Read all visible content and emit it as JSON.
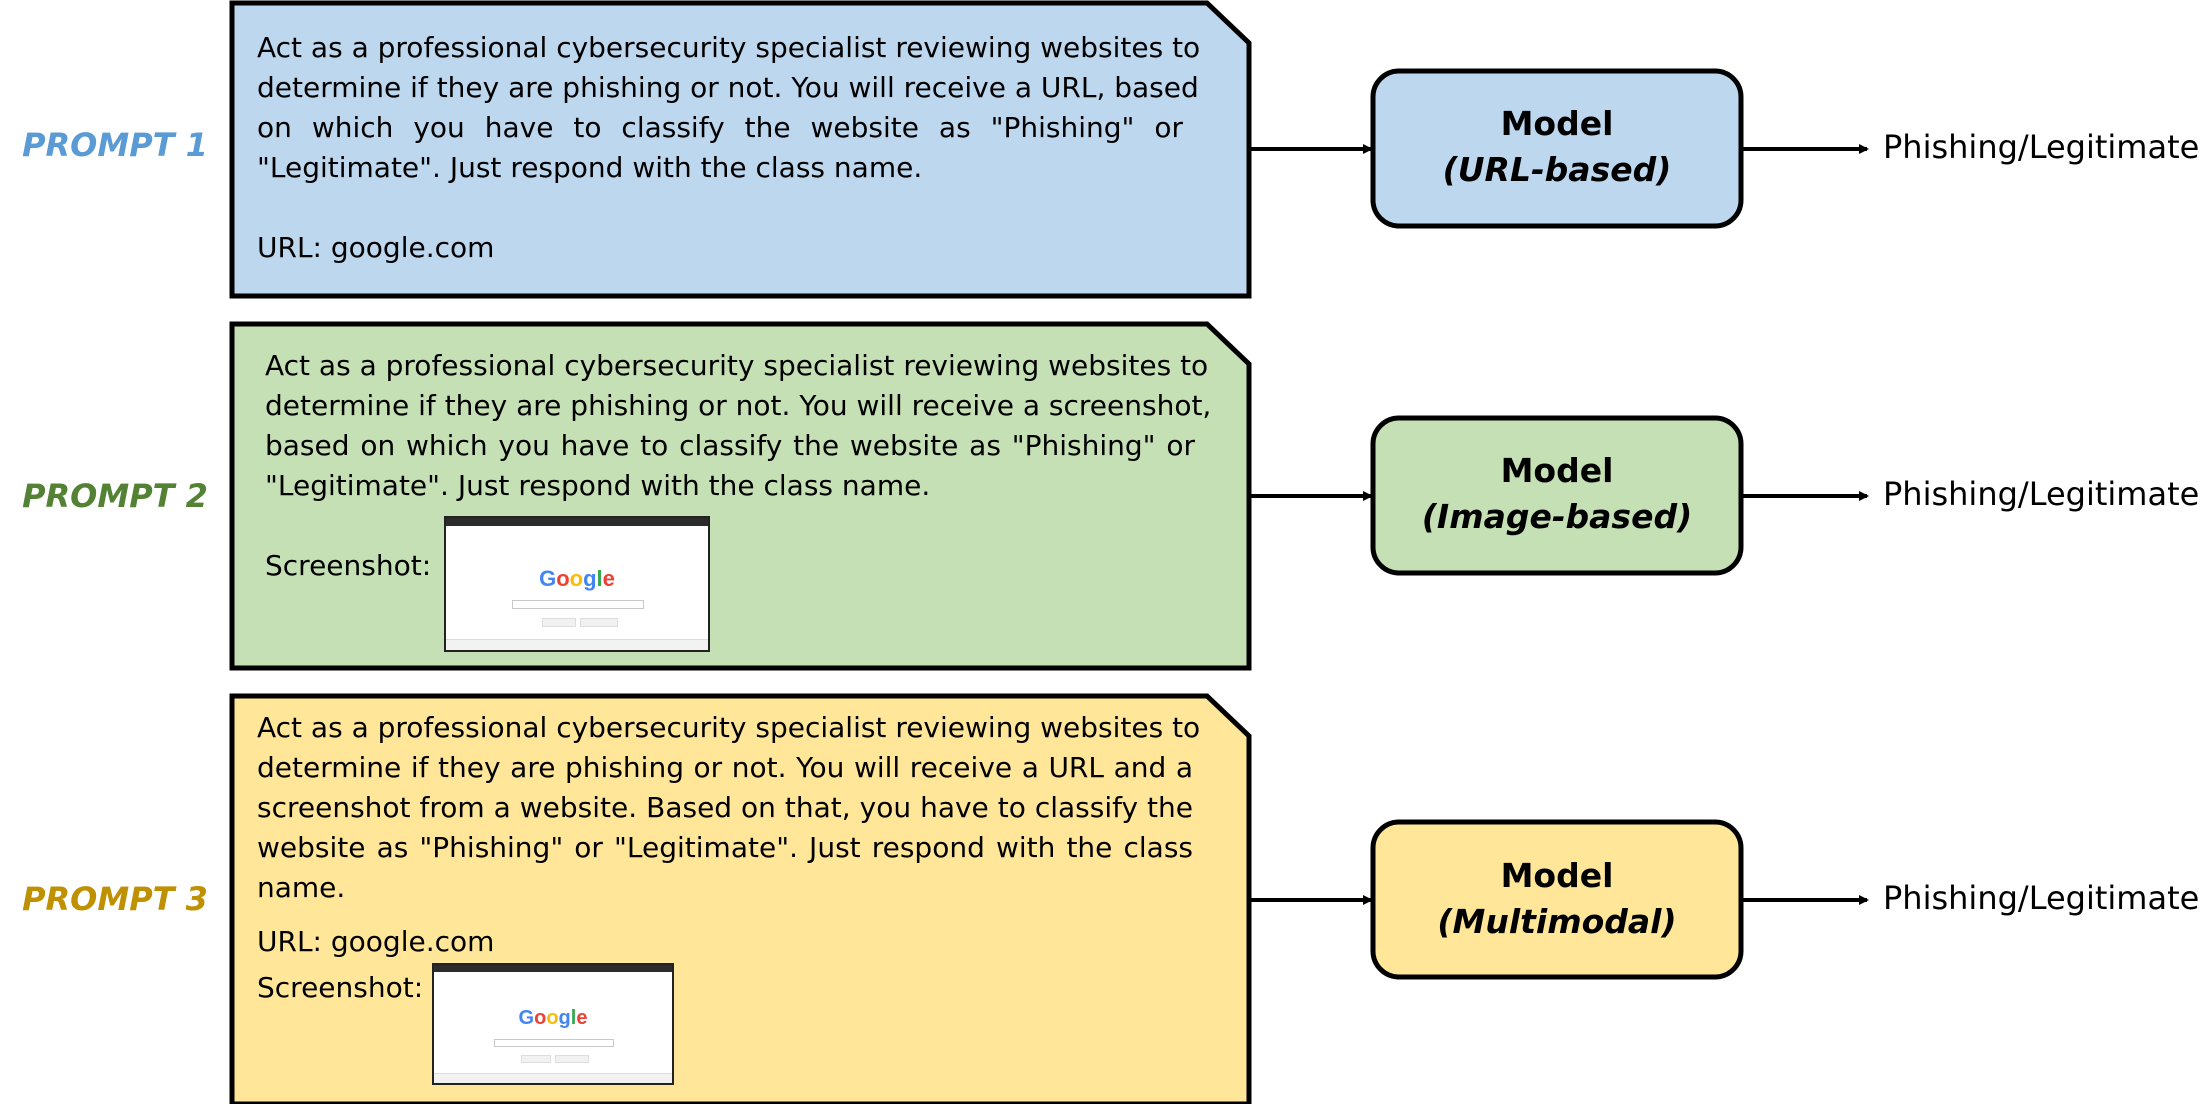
{
  "prompts": [
    {
      "label": "PROMPT 1",
      "label_color": "#5b9bd5",
      "fill": "#bdd7ee",
      "text_lines": [
        "Act as a professional cybersecurity specialist reviewing websites to",
        "determine if they are phishing or not. You will receive a URL, based",
        "on which you have to classify the website as \"Phishing\" or",
        "\"Legitimate\". Just respond with the class name."
      ],
      "url_line": "URL: google.com",
      "model_title": "Model",
      "model_subtitle": "(URL-based)",
      "output": "Phishing/Legitimate"
    },
    {
      "label": "PROMPT 2",
      "label_color": "#548235",
      "fill": "#c5e0b4",
      "text_lines": [
        "Act as a professional cybersecurity specialist reviewing websites to",
        "determine if they are phishing or not. You will receive a screenshot,",
        "based on which you have to classify the website as \"Phishing\" or",
        "\"Legitimate\". Just respond with the class name."
      ],
      "screenshot_line": "Screenshot:",
      "model_title": "Model",
      "model_subtitle": "(Image-based)",
      "output": "Phishing/Legitimate"
    },
    {
      "label": "PROMPT 3",
      "label_color": "#bf9000",
      "fill": "#ffe699",
      "text_lines": [
        "Act as a professional cybersecurity specialist reviewing websites to",
        "determine if they are phishing or not. You will receive a URL and a",
        "screenshot from a website. Based on that, you have to classify the",
        "website as \"Phishing\" or \"Legitimate\". Just respond with the class",
        "name."
      ],
      "url_line": "URL: google.com",
      "screenshot_line": "Screenshot:",
      "model_title": "Model",
      "model_subtitle": "(Multimodal)",
      "output": "Phishing/Legitimate"
    }
  ],
  "screenshot_logo": "Google",
  "logo_colors": [
    "#4285f4",
    "#ea4335",
    "#fbbc05",
    "#4285f4",
    "#34a853",
    "#ea4335"
  ]
}
